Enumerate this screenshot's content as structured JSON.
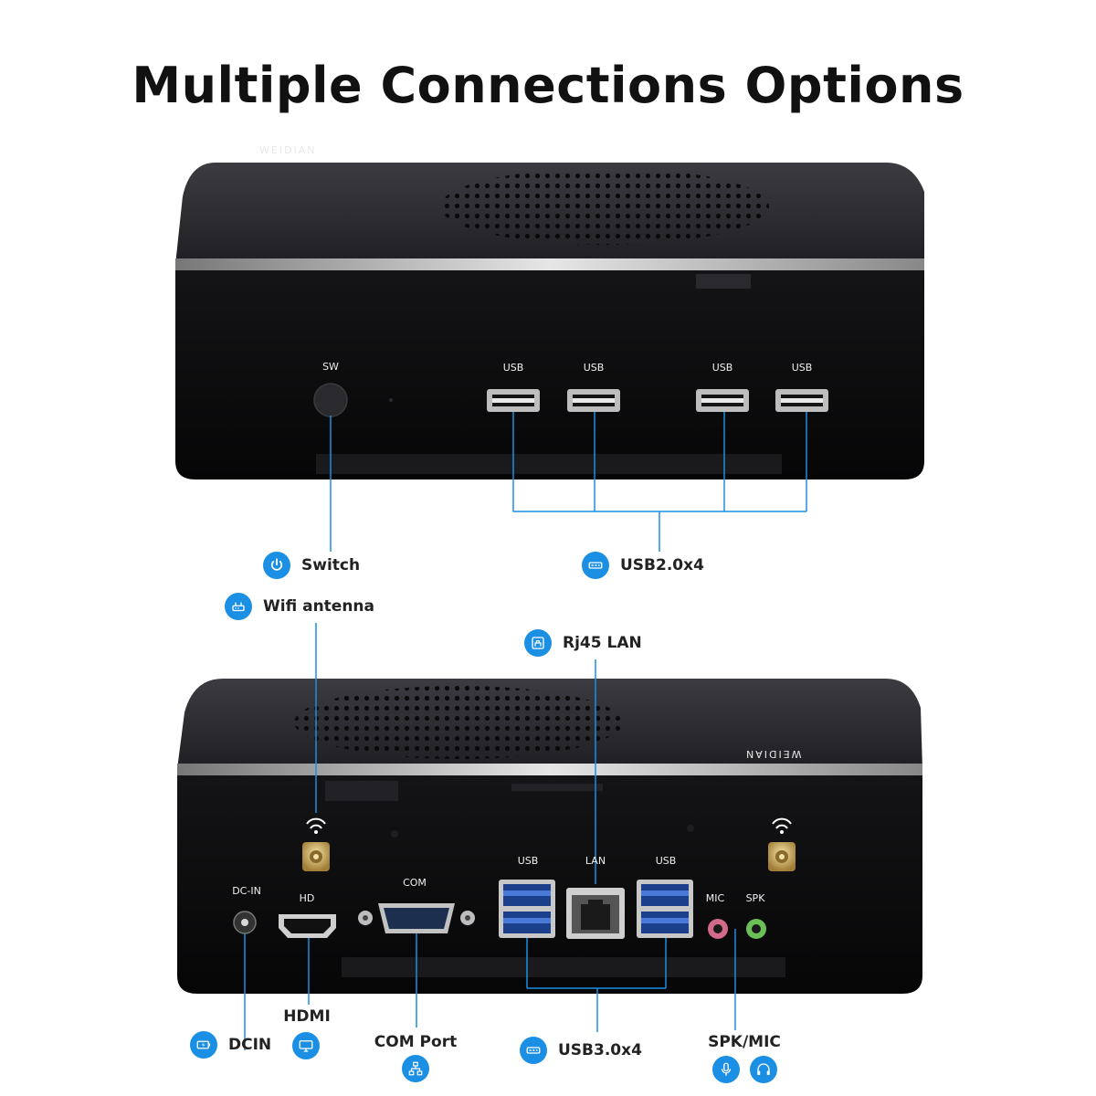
{
  "title": "Multiple Connections Options",
  "top_device": {
    "brand": "WEIDIAN",
    "port_labels": {
      "sw": "SW",
      "usb": [
        "USB",
        "USB",
        "USB",
        "USB"
      ]
    },
    "callouts": {
      "switch": "Switch",
      "usb2": "USB2.0x4"
    }
  },
  "bottom_device": {
    "brand": "WEIDIAN",
    "port_labels": {
      "dcin": "DC-IN",
      "hd": "HD",
      "com": "COM",
      "usb_left": "USB",
      "lan": "LAN",
      "usb_right": "USB",
      "mic": "MIC",
      "spk": "SPK"
    },
    "callouts": {
      "wifi": "Wifi antenna",
      "rj45": "Rj45 LAN",
      "dcin": "DCIN",
      "hdmi": "HDMI",
      "com": "COM Port",
      "usb3": "USB3.0x4",
      "spkmic": "SPK/MIC"
    }
  },
  "icons": {
    "switch": "power-icon",
    "usb2": "usb-icon",
    "wifi": "router-icon",
    "rj45": "ethernet-icon",
    "dcin": "battery-charge-icon",
    "hdmi": "monitor-icon",
    "com": "network-tree-icon",
    "usb3": "usb-icon",
    "mic": "microphone-icon",
    "spk": "headphones-icon"
  },
  "colors": {
    "accent": "#1a8fe3",
    "device_body": "#0c0c0e",
    "device_top": "#2c2c31",
    "mic_port": "#d26a8a",
    "spk_port": "#6cbf57"
  }
}
